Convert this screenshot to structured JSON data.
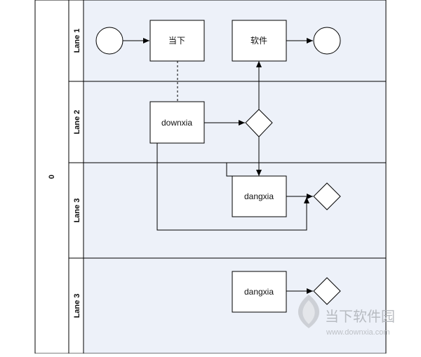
{
  "pool": {
    "label": "0"
  },
  "lanes": [
    {
      "label": "Lane 1"
    },
    {
      "label": "Lane 2"
    },
    {
      "label": "Lane 3"
    },
    {
      "label": "Lane 3"
    }
  ],
  "nodes": {
    "task_dangxia_cn": "当下",
    "task_ruanjian": "软件",
    "task_downxia": "downxia",
    "task_dangxia_1": "dangxia",
    "task_dangxia_2": "dangxia"
  },
  "watermark": {
    "name": "当下软件园",
    "url": "www.downxia.com"
  },
  "colors": {
    "lane_fill": "#edf1f9",
    "stroke": "#000000",
    "node_fill": "#ffffff"
  }
}
